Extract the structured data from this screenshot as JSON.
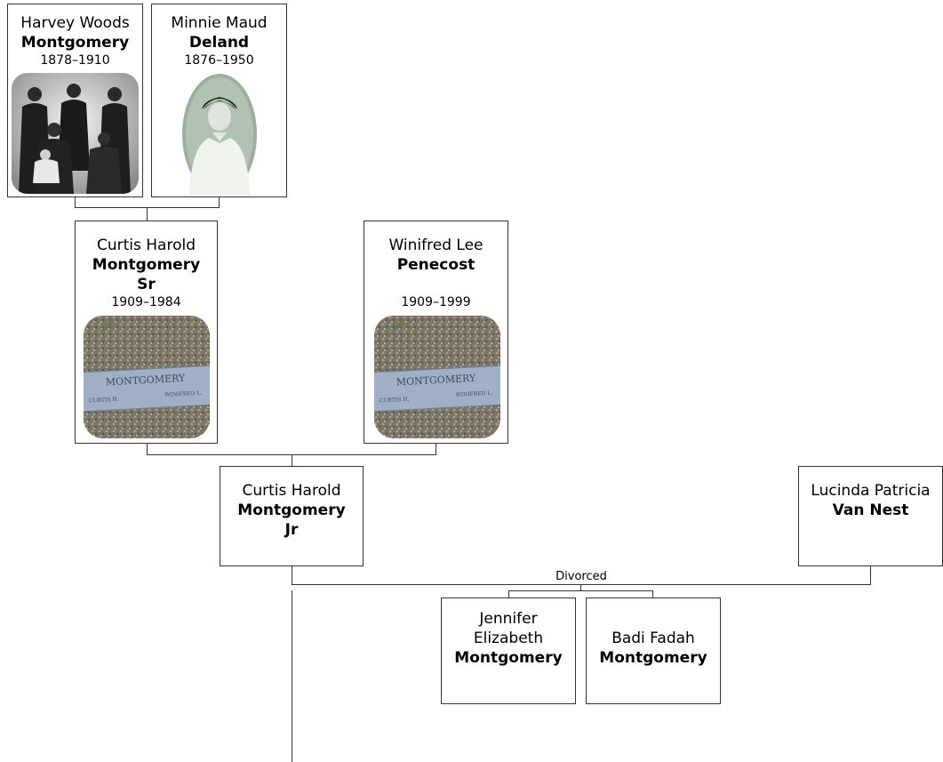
{
  "people": {
    "harvey": {
      "given": "Harvey Woods",
      "surname": "Montgomery",
      "dates": "1878–1910"
    },
    "minnie": {
      "given": "Minnie Maud",
      "surname": "Deland",
      "dates": "1876–1950"
    },
    "curtis_sr": {
      "given": "Curtis Harold",
      "surname_1": "Montgomery",
      "surname_2": "Sr",
      "dates": "1909–1984"
    },
    "winifred": {
      "given": "Winifred Lee",
      "surname": "Penecost",
      "dates": "1909–1999"
    },
    "curtis_jr": {
      "given": "Curtis Harold",
      "surname_1": "Montgomery",
      "surname_2": "Jr"
    },
    "lucinda": {
      "given": "Lucinda Patricia",
      "surname": "Van Nest"
    },
    "jennifer": {
      "given_1": "Jennifer",
      "given_2": "Elizabeth",
      "surname": "Montgomery"
    },
    "badi": {
      "given": "Badi Fadah",
      "surname": "Montgomery"
    }
  },
  "relationship_label": "Divorced",
  "photo_texts": {
    "headstone_name": "MONTGOMERY",
    "headstone_left": "CURTIS H.",
    "headstone_right": "WINIFRED L."
  }
}
